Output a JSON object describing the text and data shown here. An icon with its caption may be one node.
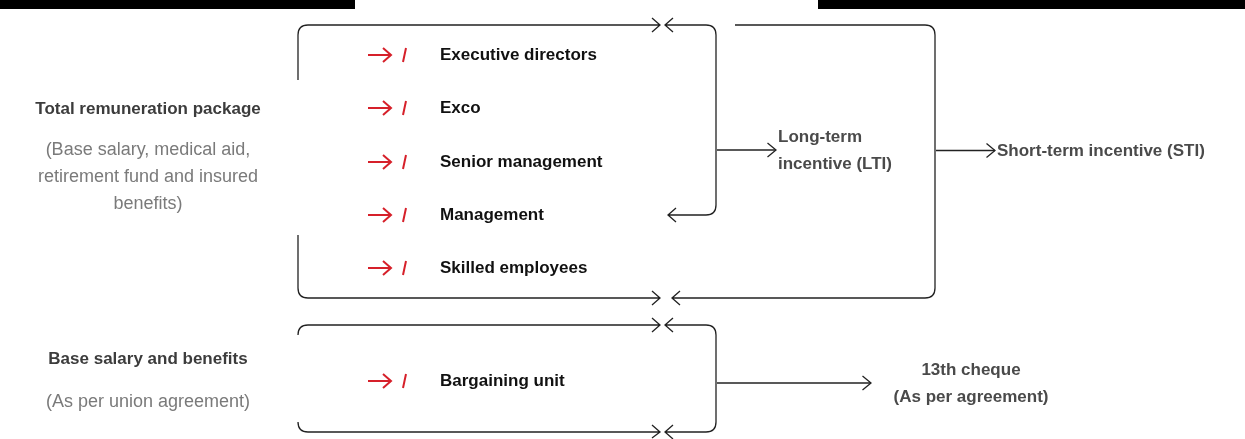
{
  "diagram": {
    "nodes": [
      {
        "text": [
          "Total remuneration package",
          "(Base salary, medical aid, retirement fund and insured benefits)"
        ]
      },
      {
        "text": [
          "Executive directors"
        ]
      },
      {
        "text": [
          "Exco"
        ]
      },
      {
        "text": [
          "Senior management"
        ]
      },
      {
        "text": [
          "Management"
        ]
      },
      {
        "text": [
          "Skilled employees"
        ]
      },
      {
        "text": [],
        "shape": "bracket"
      },
      {
        "text": [
          "Long-term incentive (LTI)"
        ],
        "in": 8
      },
      {
        "text": [],
        "shape": "bracket"
      },
      {
        "text": [
          "Short-term incentive (STI)"
        ]
      },
      {
        "text": [
          "Base salary and benefits",
          "(As per union agreement)"
        ]
      },
      {
        "text": [
          "Bargaining unit"
        ]
      },
      {
        "text": [],
        "shape": "bracket"
      },
      {
        "text": [
          "13th cheque",
          "(As per agreement)"
        ]
      }
    ],
    "edges": [
      {
        "from": 6,
        "to": 7,
        "arrow": "to"
      },
      {
        "from": 8,
        "to": 9,
        "arrow": "to"
      },
      {
        "from": 12,
        "to": 13,
        "arrow": "to"
      }
    ]
  }
}
